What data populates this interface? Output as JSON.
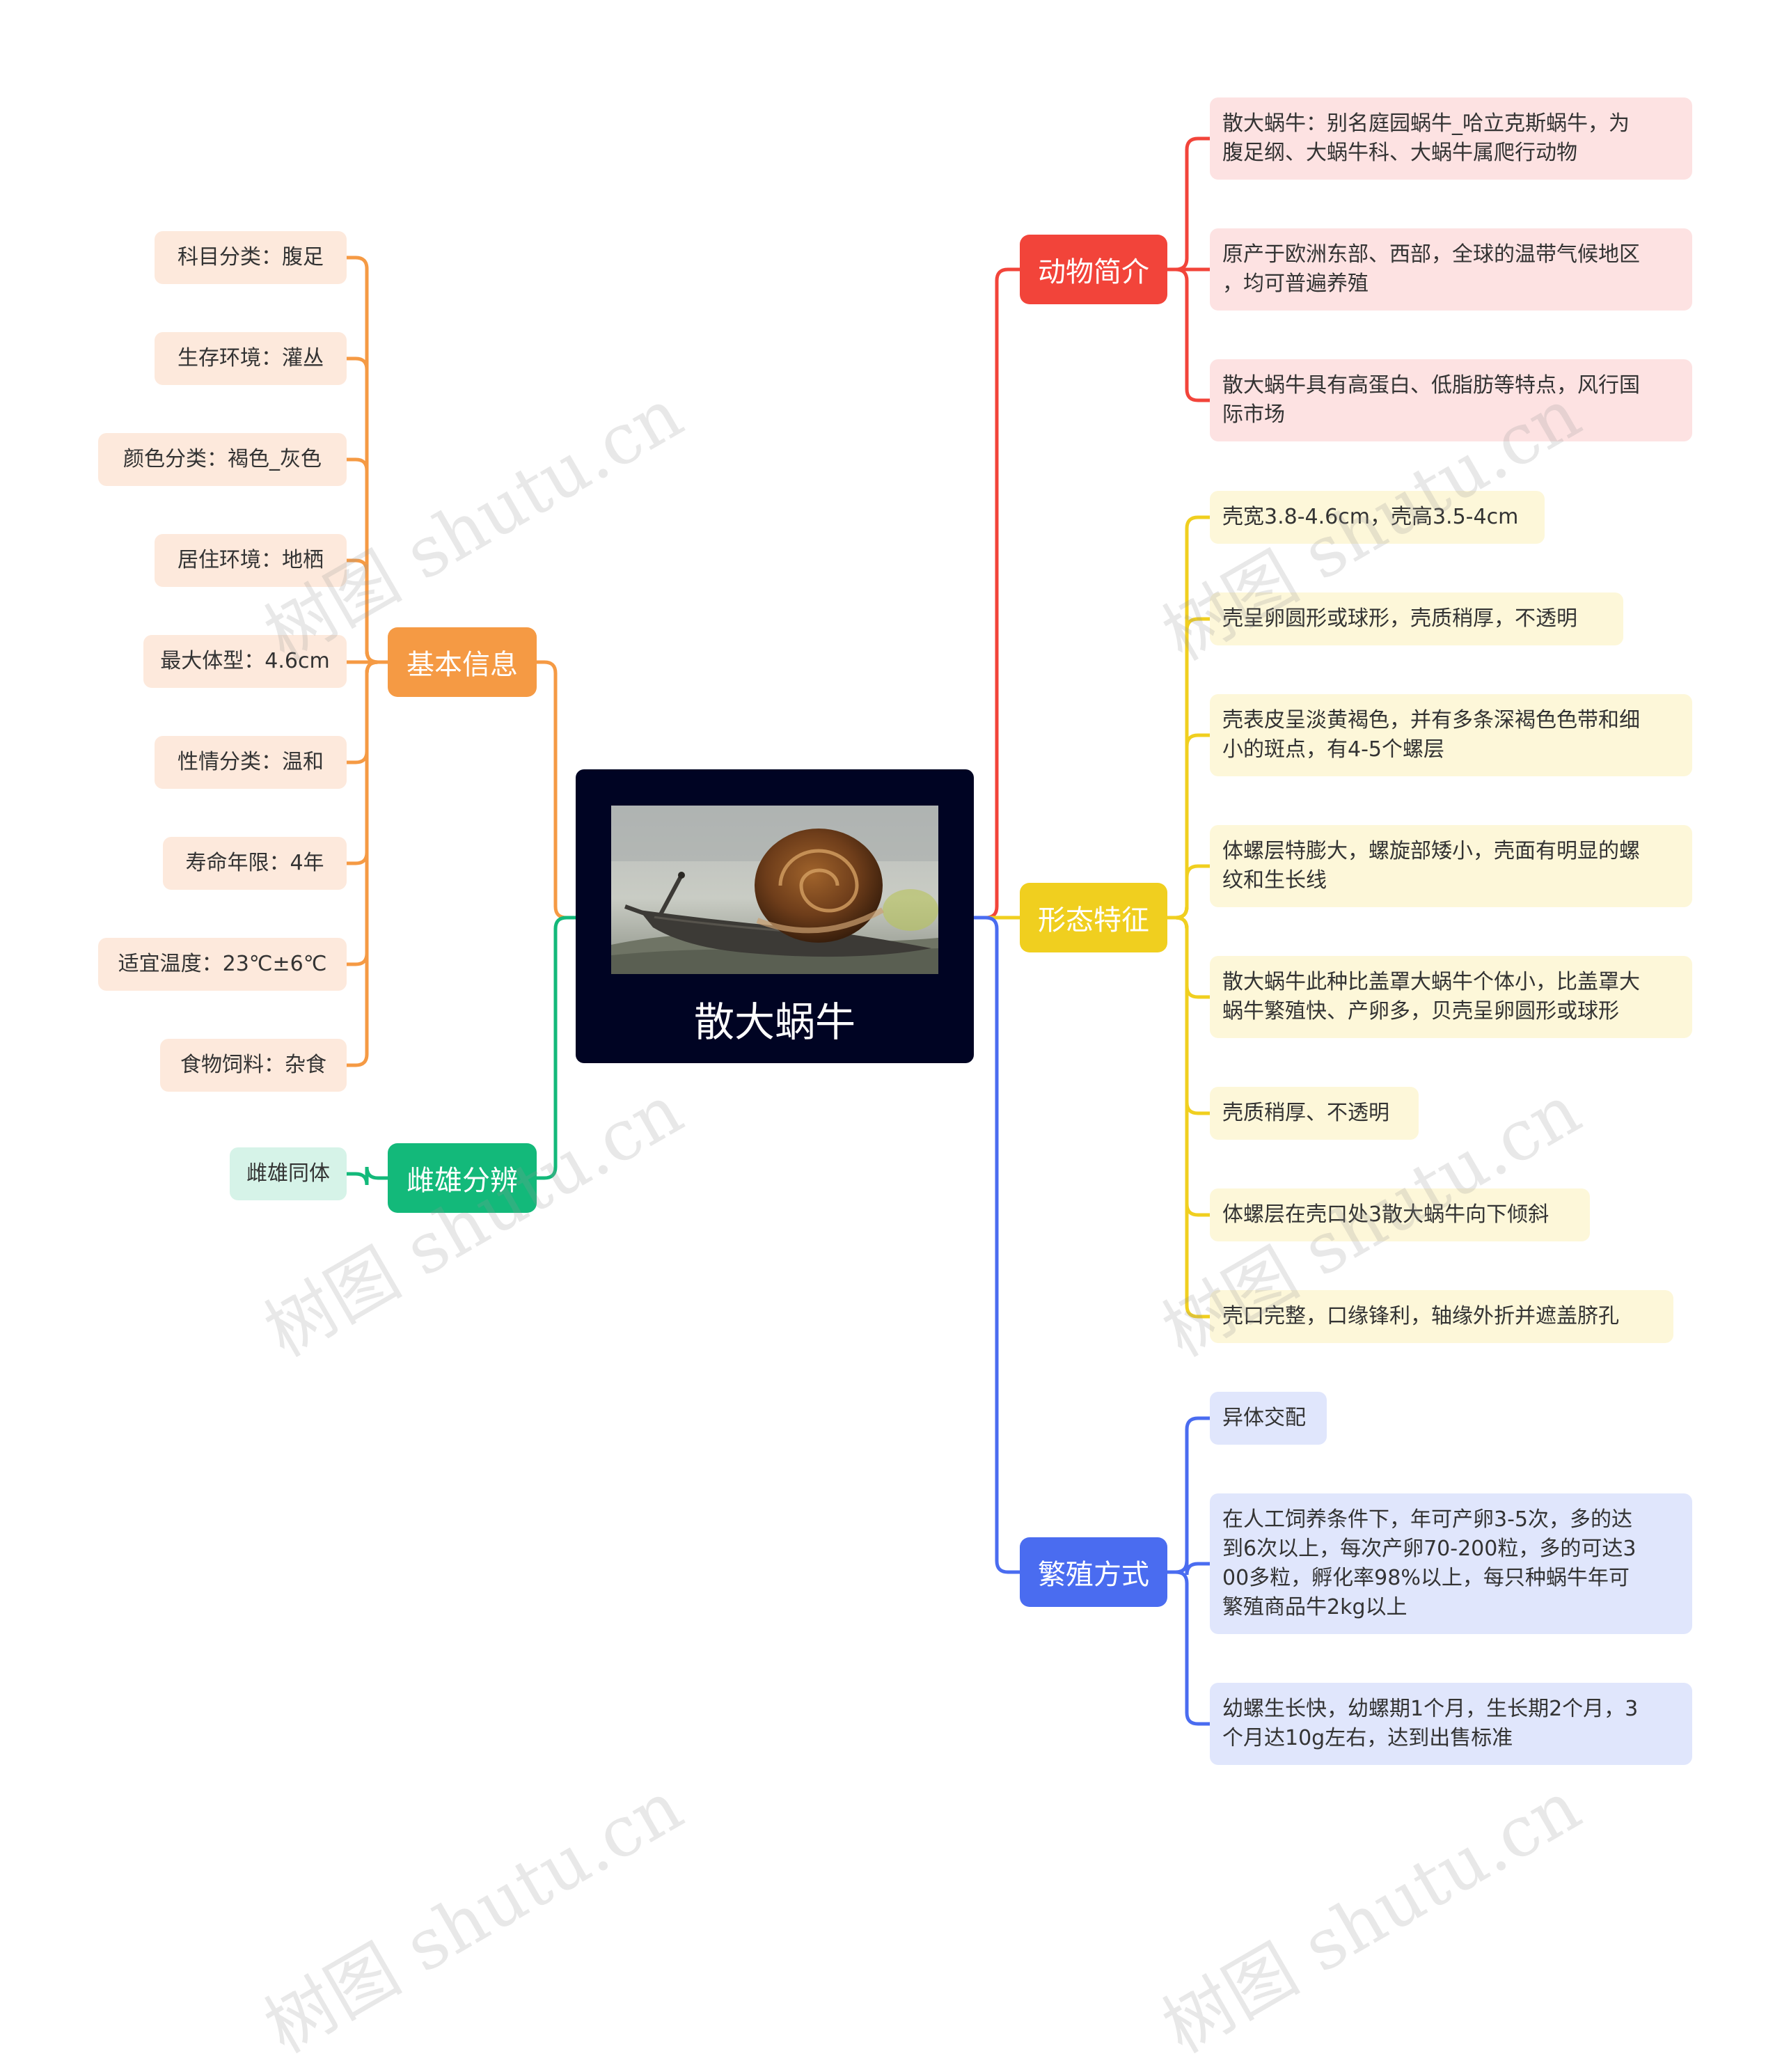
{
  "root": {
    "title": "散大蜗牛",
    "image_icon": "snail-photo"
  },
  "colors": {
    "center_bg": "#000423",
    "intro": "#f2443a",
    "intro_leaf": "#fde2e2",
    "morph": "#f0cf1f",
    "morph_leaf": "#fdf7d9",
    "repro": "#4a6cf0",
    "repro_leaf": "#e0e6fc",
    "basic": "#f59a44",
    "basic_leaf": "#fde9dc",
    "sex": "#13b97a",
    "sex_leaf": "#d6f3e8"
  },
  "branches": {
    "intro": {
      "label": "动物简介",
      "items": [
        [
          "散大蜗牛：别名庭园蜗牛_哈立克斯蜗牛，为",
          "腹足纲、大蜗牛科、大蜗牛属爬行动物"
        ],
        [
          "原产于欧洲东部、西部，全球的温带气候地区",
          "，均可普遍养殖"
        ],
        [
          "散大蜗牛具有高蛋白、低脂肪等特点，风行国",
          "际市场"
        ]
      ]
    },
    "morph": {
      "label": "形态特征",
      "items": [
        [
          "壳宽3.8-4.6cm，壳高3.5-4cm"
        ],
        [
          "壳呈卵圆形或球形，壳质稍厚，不透明"
        ],
        [
          "壳表皮呈淡黄褐色，并有多条深褐色色带和细",
          "小的斑点，有4-5个螺层"
        ],
        [
          "体螺层特膨大，螺旋部矮小，壳面有明显的螺",
          "纹和生长线"
        ],
        [
          "散大蜗牛此种比盖罩大蜗牛个体小，比盖罩大",
          "蜗牛繁殖快、产卵多，贝壳呈卵圆形或球形"
        ],
        [
          "壳质稍厚、不透明"
        ],
        [
          "体螺层在壳口处3散大蜗牛向下倾斜"
        ],
        [
          "壳口完整，口缘锋利，轴缘外折并遮盖脐孔"
        ]
      ]
    },
    "repro": {
      "label": "繁殖方式",
      "items": [
        [
          "异体交配"
        ],
        [
          "在人工饲养条件下，年可产卵3-5次，多的达",
          "到6次以上，每次产卵70-200粒，多的可达3",
          "00多粒，孵化率98%以上，每只种蜗牛年可",
          "繁殖商品牛2kg以上"
        ],
        [
          "幼螺生长快，幼螺期1个月，生长期2个月，3",
          "个月达10g左右，达到出售标准"
        ]
      ]
    },
    "basic": {
      "label": "基本信息",
      "items": [
        "科目分类：腹足",
        "生存环境：灌丛",
        "颜色分类：褐色_灰色",
        "居住环境：地栖",
        "最大体型：4.6cm",
        "性情分类：温和",
        "寿命年限：4年",
        "适宜温度：23℃±6℃",
        "食物饲料：杂食"
      ]
    },
    "sex": {
      "label": "雌雄分辨",
      "items": [
        "雌雄同体"
      ]
    }
  },
  "watermark": "树图 shutu.cn"
}
